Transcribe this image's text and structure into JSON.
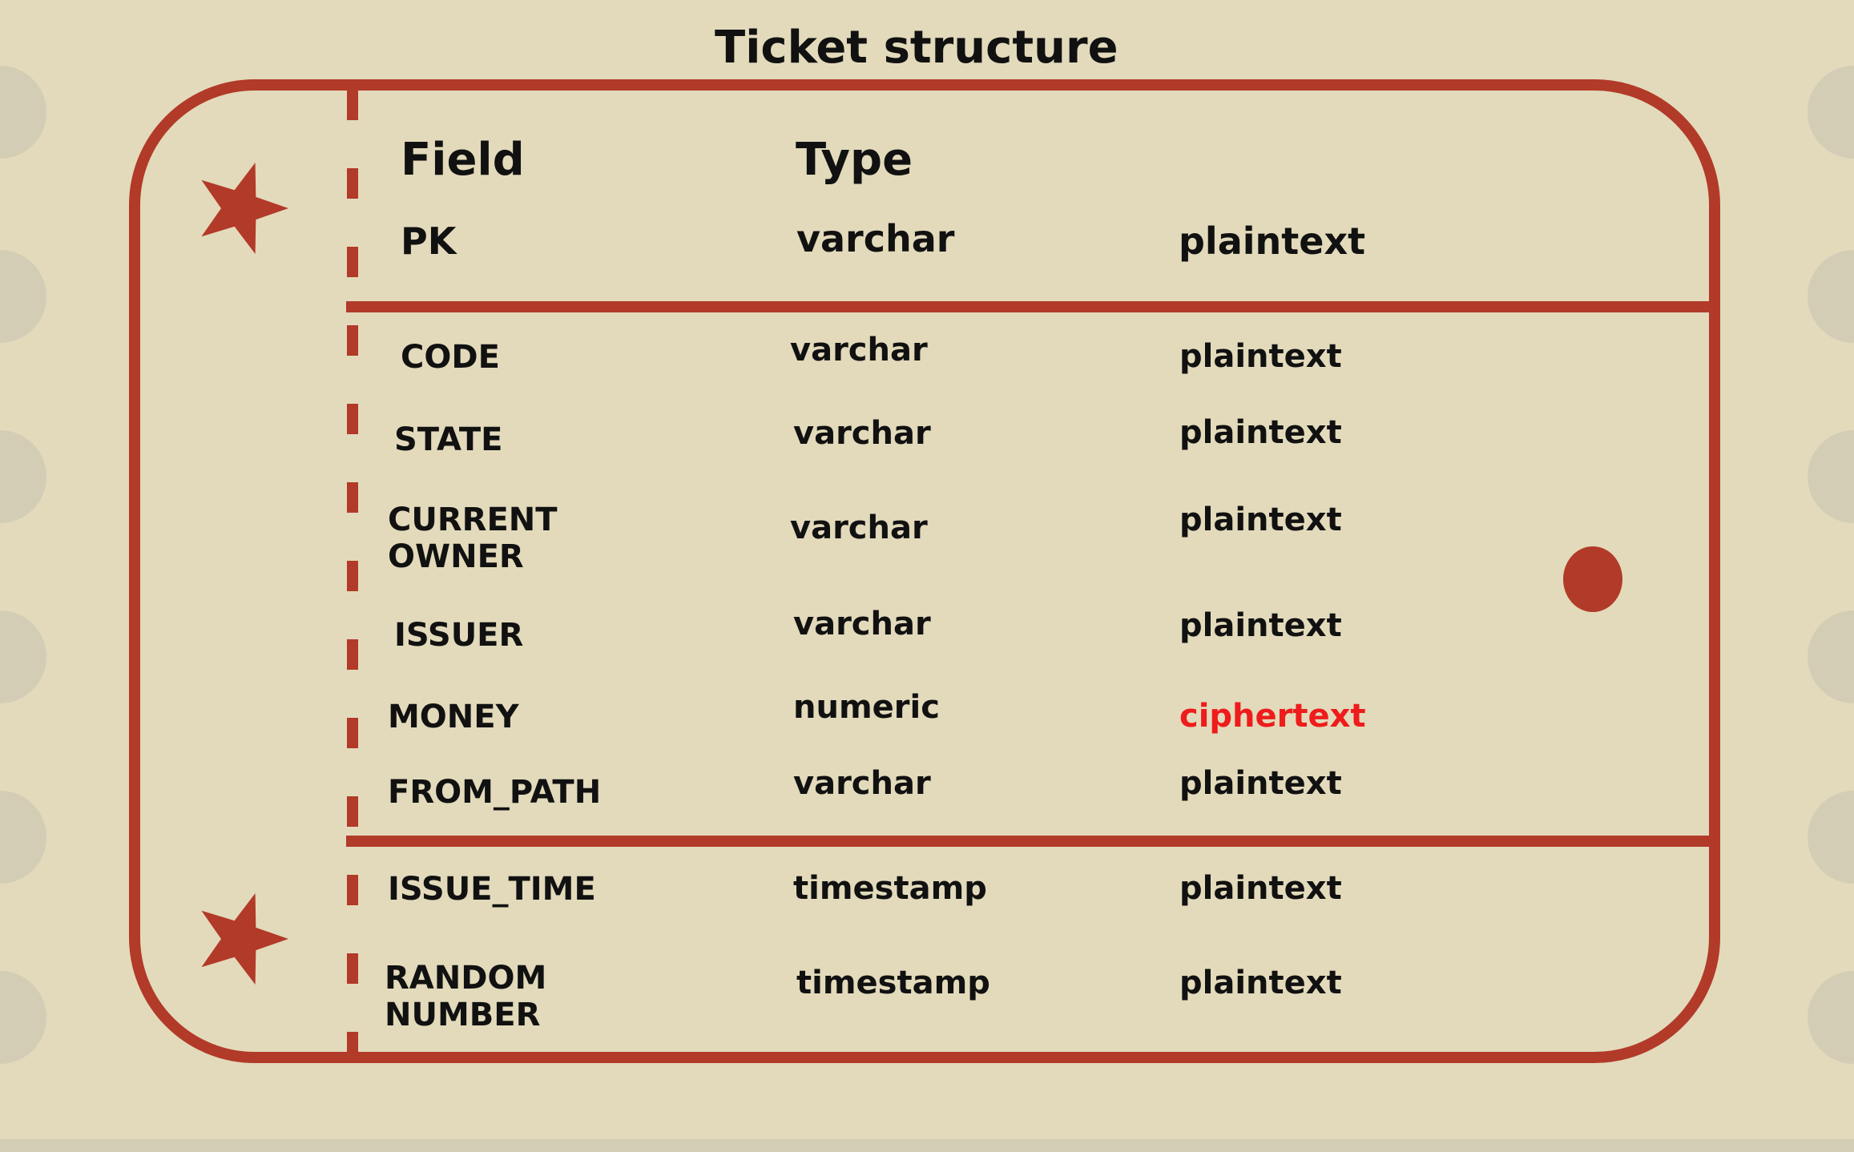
{
  "title": "Ticket structure",
  "headers": {
    "field": "Field",
    "type": "Type"
  },
  "primary_key": {
    "field": "PK",
    "type": "varchar",
    "encryption": "plaintext"
  },
  "rows": [
    {
      "field": "CODE",
      "type": "varchar",
      "encryption": "plaintext"
    },
    {
      "field": "STATE",
      "type": "varchar",
      "encryption": "plaintext"
    },
    {
      "field": [
        "CURRENT",
        "OWNER"
      ],
      "type": "varchar",
      "encryption": "plaintext"
    },
    {
      "field": "ISSUER",
      "type": "varchar",
      "encryption": "plaintext"
    },
    {
      "field": "MONEY",
      "type": "numeric",
      "encryption": "ciphertext"
    },
    {
      "field": "FROM_PATH",
      "type": "varchar",
      "encryption": "plaintext"
    },
    {
      "field": "ISSUE_TIME",
      "type": "timestamp",
      "encryption": "plaintext"
    },
    {
      "field": [
        "RANDOM",
        "NUMBER"
      ],
      "type": "timestamp",
      "encryption": "plaintext"
    }
  ],
  "colors": {
    "background": "#d4cdb6",
    "ticket": "#e2dabb",
    "accent": "#b23a28",
    "text": "#111111",
    "ciphertext": "#ee1c1c"
  },
  "icons": [
    "star-icon",
    "star-icon",
    "dot-icon"
  ]
}
